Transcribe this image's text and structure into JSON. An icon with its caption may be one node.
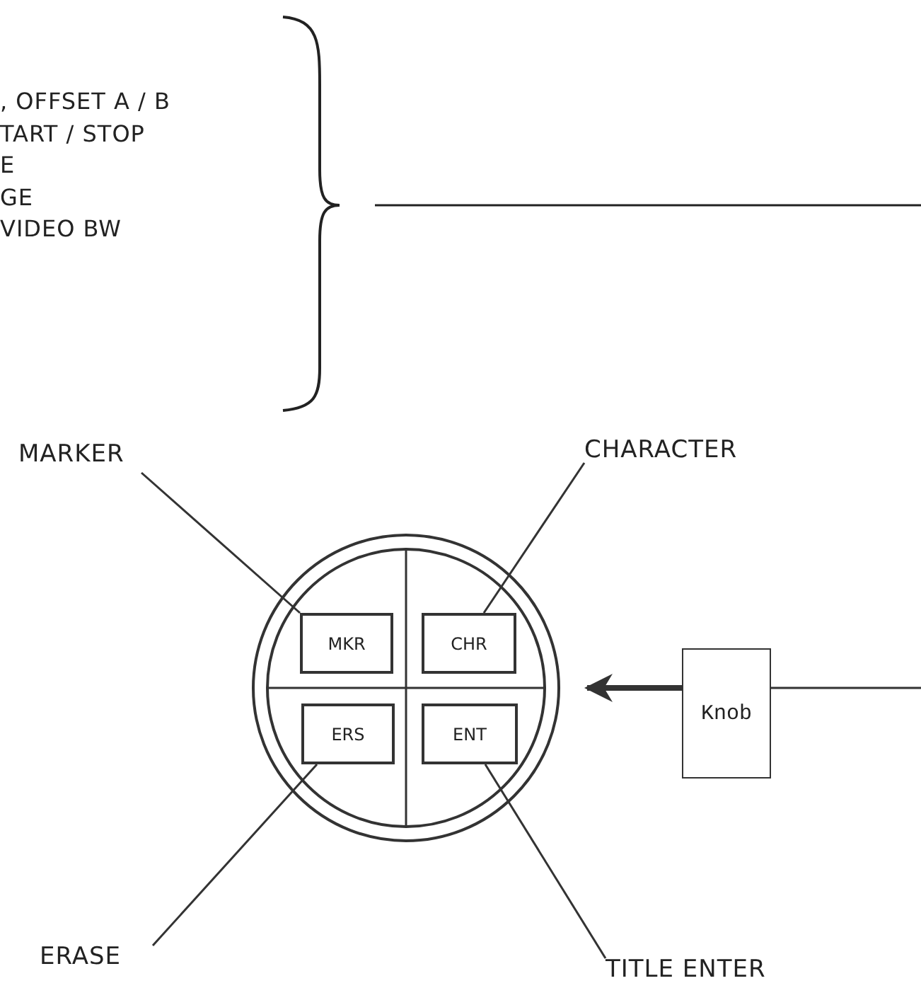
{
  "diagram": {
    "nodes": [
      {
        "text": [
          "MARKER"
        ]
      },
      {
        "text": [
          "CHARACTER"
        ]
      },
      {
        "text": [],
        "shape": "circle"
      },
      {
        "text": [
          "MKR"
        ],
        "in": 2
      },
      {
        "text": [
          "CHR"
        ],
        "in": 2
      },
      {
        "text": [
          "ERS"
        ],
        "in": 2
      },
      {
        "text": [
          "ENT"
        ],
        "in": 2
      },
      {
        "text": [
          "Knob"
        ]
      },
      {
        "text": [
          "ERASE"
        ]
      },
      {
        "text": [
          "TITLE ENTER"
        ]
      }
    ],
    "edges": [
      {
        "from": 0,
        "to": 3,
        "arrow": "none"
      },
      {
        "from": 1,
        "to": 4,
        "arrow": "none"
      },
      {
        "from": 8,
        "to": 5,
        "arrow": "none"
      },
      {
        "from": 9,
        "to": 6,
        "arrow": "none"
      },
      {
        "from": 7,
        "to": 2,
        "arrow": "to",
        "style": "thick"
      },
      {
        "from": 7,
        "to": null,
        "arrow": "none"
      }
    ],
    "labels": [
      ", OFFSET A / B",
      "TART / STOP",
      "E",
      "GE",
      "VIDEO BW"
    ]
  }
}
